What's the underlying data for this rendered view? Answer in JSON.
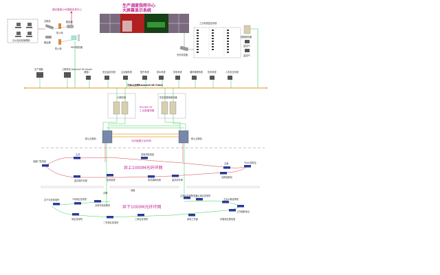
{
  "colors": {
    "backbone": "#f2c27a",
    "green_link": "#33cc55",
    "red_link": "#d04040",
    "pink_text": "#c0258f",
    "node_blue": "#2a3a9a",
    "dash": "#aaaaaa"
  },
  "office": {
    "group_label": "办公自动化管理网",
    "router_label": "交换机",
    "switch2_label": "路由器",
    "firewall1_label": "防火墙",
    "firewall2_label": "防火墙",
    "gateway_label": "路由器",
    "web_label": "WEB服务器",
    "link_label": "通往集团公司调度信息中心"
  },
  "display": {
    "title_line1": "生产调度指挥中心",
    "title_line2": "大屏幕显示系统"
  },
  "cctv": {
    "title": "工业电视监控系统",
    "switch_label": "光纤收发器",
    "server_label": "视频服务器",
    "client1_label": "监控PC",
    "client2_label": "监控PC"
  },
  "backbone": {
    "label": "冗余以太网Rockwell SE Client",
    "stations": [
      {
        "label": "生产调度"
      },
      {
        "label": "工程师站 Rockwell RS Studio"
      },
      {
        "label": "调度1"
      },
      {
        "label": "安全监控系统"
      },
      {
        "label": "主运输系统"
      },
      {
        "label": "提升系统"
      },
      {
        "label": "排水系统"
      },
      {
        "label": "供电系统"
      },
      {
        "label": "通风管理系统"
      },
      {
        "label": "压风系统"
      },
      {
        "label": "人员定位系统"
      }
    ]
  },
  "servers": {
    "left_box": "IO服务器",
    "right_box": "历史数据库服务器",
    "middle_label_1": "RSLINX SE",
    "middle_label_2": "工业数据采集",
    "left_core": "核心交换机",
    "right_core": "核心交换机",
    "link_label": "光纤链路冗余环网"
  },
  "ring_above": {
    "title": "井上1000M光纤环网",
    "nodes": [
      {
        "label": "选煤厂配电室"
      },
      {
        "label": "主井"
      },
      {
        "label": "副井提升机房"
      },
      {
        "label": "压风机房"
      },
      {
        "label": "变电所配电室"
      },
      {
        "label": "副井绞车房"
      },
      {
        "label": "风井通风机房"
      },
      {
        "label": "主扇"
      },
      {
        "label": "35kV变电站"
      },
      {
        "label": "瓦斯抽放站"
      }
    ]
  },
  "ring_below": {
    "title": "井下1000M光纤环网",
    "nodes": [
      {
        "label": "井下中央变电所"
      },
      {
        "label": "1号采区变电所"
      },
      {
        "label": "井底车场变电所"
      },
      {
        "label": "采区变电所"
      },
      {
        "label": "二号采区变电所"
      },
      {
        "label": "三采区变电所"
      },
      {
        "label": "主排水泵房配电室"
      },
      {
        "label": "上山采区变电所"
      },
      {
        "label": "主运大巷皮带机"
      },
      {
        "label": "工作面配电点"
      },
      {
        "label": "东翼采区配电室"
      },
      {
        "label": "综采工作面"
      }
    ]
  },
  "ground_labels": {
    "surface": "地面",
    "shaft": "井筒"
  }
}
